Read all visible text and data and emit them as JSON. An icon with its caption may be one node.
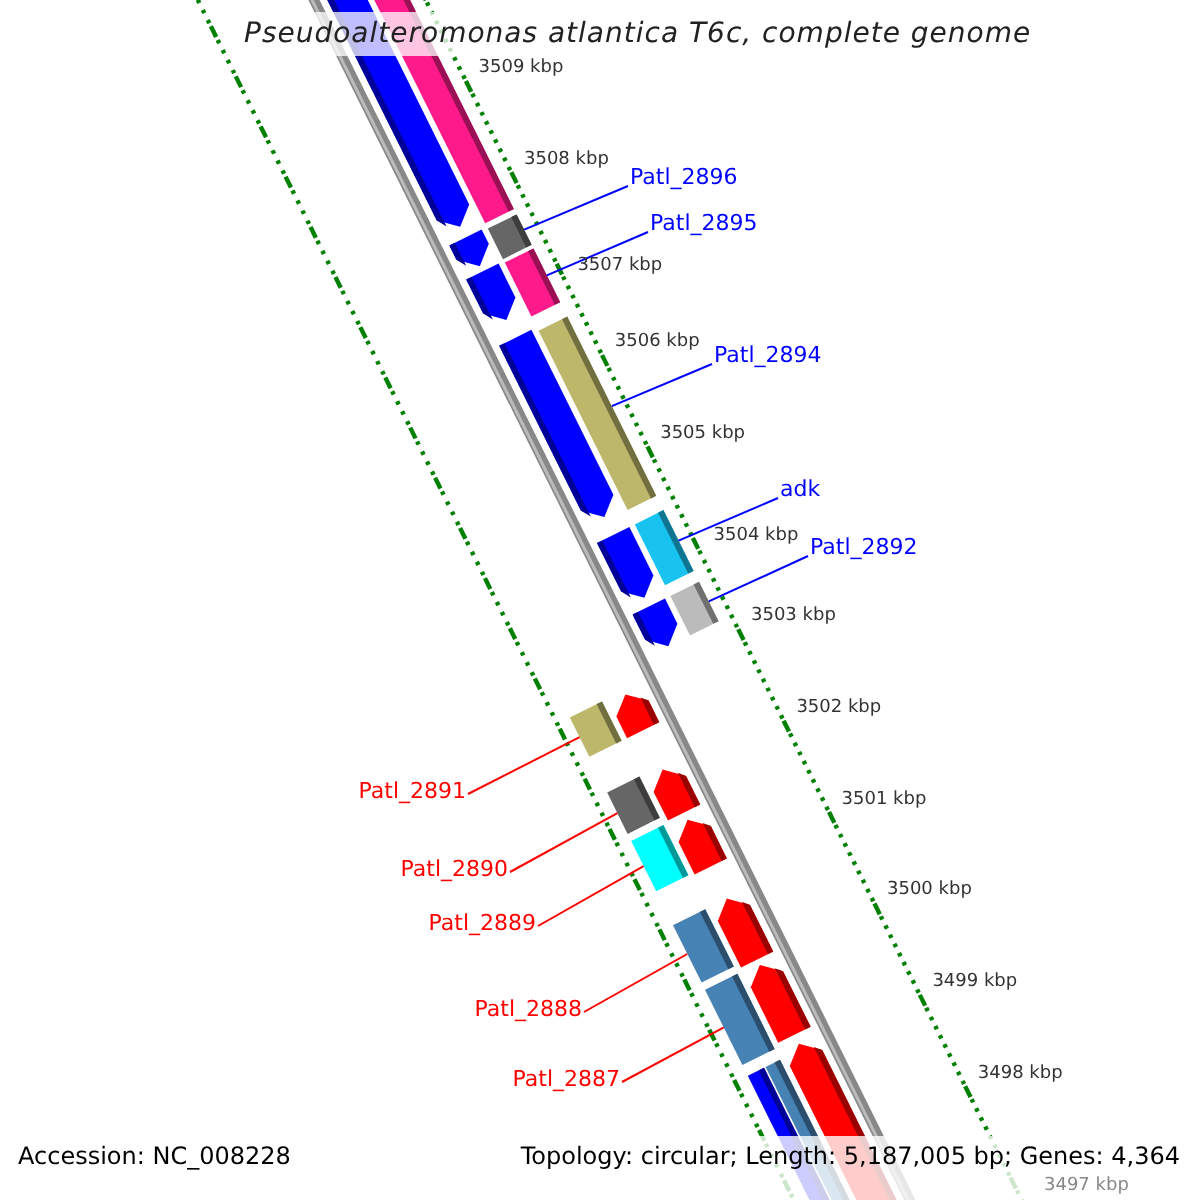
{
  "diagram": {
    "title": "Pseudoalteromonas atlantica T6c, complete genome",
    "nodes": [
      {
        "text": [
          "Patl_2896"
        ]
      },
      {
        "text": [
          "Patl_2895"
        ]
      },
      {
        "text": [
          "Patl_2894"
        ]
      },
      {
        "text": [
          "adk"
        ]
      },
      {
        "text": [
          "Patl_2892"
        ]
      },
      {
        "text": [
          "Patl_2891"
        ]
      },
      {
        "text": [
          "Patl_2890"
        ]
      },
      {
        "text": [
          "Patl_2889"
        ]
      },
      {
        "text": [
          "Patl_2888"
        ]
      },
      {
        "text": [
          "Patl_2887"
        ]
      },
      {
        "text": [],
        "shape": "bar"
      },
      {
        "text": [],
        "shape": "bar"
      },
      {
        "text": [],
        "shape": "bar"
      },
      {
        "text": [],
        "shape": "bar"
      },
      {
        "text": [],
        "shape": "bar"
      },
      {
        "text": [],
        "shape": "bar"
      },
      {
        "text": [],
        "shape": "bar"
      },
      {
        "text": [],
        "shape": "bar"
      },
      {
        "text": [],
        "shape": "bar"
      },
      {
        "text": [],
        "shape": "bar"
      }
    ],
    "edges": [
      {
        "from": 0,
        "to": 10,
        "arrow": "none",
        "color": "#0000ff"
      },
      {
        "from": 1,
        "to": 11,
        "arrow": "none",
        "color": "#0000ff"
      },
      {
        "from": 2,
        "to": 12,
        "arrow": "none",
        "color": "#0000ff"
      },
      {
        "from": 3,
        "to": 13,
        "arrow": "none",
        "color": "#0000ff"
      },
      {
        "from": 4,
        "to": 14,
        "arrow": "none",
        "color": "#0000ff"
      },
      {
        "from": 5,
        "to": 15,
        "arrow": "none",
        "color": "#ff0000"
      },
      {
        "from": 6,
        "to": 16,
        "arrow": "none",
        "color": "#ff0000"
      },
      {
        "from": 7,
        "to": 17,
        "arrow": "none",
        "color": "#ff0000"
      },
      {
        "from": 8,
        "to": 18,
        "arrow": "none",
        "color": "#ff0000"
      },
      {
        "from": 9,
        "to": 19,
        "arrow": "none",
        "color": "#ff0000"
      }
    ],
    "labels": [
      "3509 kbp",
      "3508 kbp",
      "3507 kbp",
      "3506 kbp",
      "3505 kbp",
      "3504 kbp",
      "3503 kbp",
      "3502 kbp",
      "3501 kbp",
      "3500 kbp",
      "3499 kbp",
      "3498 kbp",
      "3497 kbp",
      "Accession: NC_008228",
      "Topology: circular; Length: 5,187,005 bp; Genes: 4,364"
    ]
  }
}
